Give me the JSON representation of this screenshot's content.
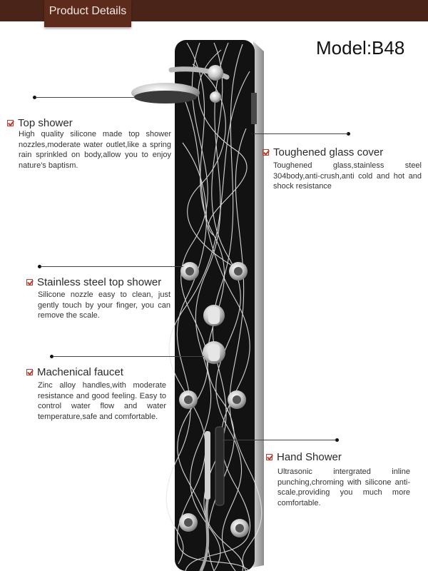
{
  "header": {
    "tab_label": "Product Details"
  },
  "model_label": "Model:B48",
  "features": {
    "top_shower": {
      "title": "Top shower",
      "description": "High quality silicone made top shower nozzles,moderate water outlet,like a spring rain sprinkled on body,allow you to enjoy nature's baptism."
    },
    "glass_cover": {
      "title": "Toughened glass cover",
      "description": "Toughened glass,stainless steel 304body,anti-crush,anti cold and hot and shock resistance"
    },
    "steel_top_shower": {
      "title": "Stainless steel top shower",
      "description": "Silicone nozzle easy to clean, just gently touch by your finger, you can remove the scale."
    },
    "faucet": {
      "title": "Machenical faucet",
      "description": "Zinc alloy handles,with moderate resistance and good feeling. Easy to control water flow and water temperature,safe and comfortable."
    },
    "hand_shower": {
      "title": "Hand Shower",
      "description": "Ultrasonic intergrated inline punching,chroming with silicone anti-scale,providing you much more comfortable."
    }
  },
  "colors": {
    "header_bar": "#4a2418",
    "tab": "#5c2b1c",
    "checkbox": "#c0392b",
    "panel": "#111111"
  }
}
